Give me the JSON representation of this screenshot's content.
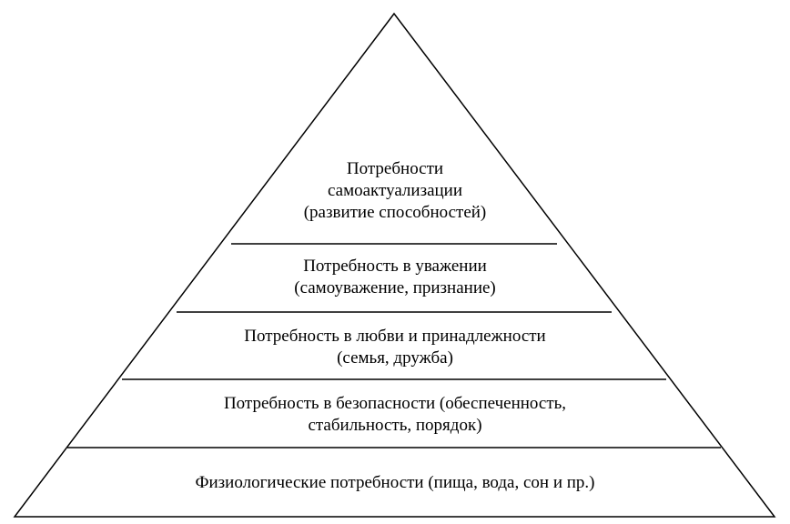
{
  "pyramid": {
    "levels": [
      {
        "id": "self-actualization",
        "lines": [
          "Потребности",
          "самоактуализации",
          "(развитие способностей)"
        ]
      },
      {
        "id": "esteem",
        "lines": [
          "Потребность в уважении",
          "(самоуважение, признание)"
        ]
      },
      {
        "id": "love-belonging",
        "lines": [
          "Потребность в любви и принадлежности",
          "(семья, дружба)"
        ]
      },
      {
        "id": "safety",
        "lines": [
          "Потребность в безопасности (обеспеченность,",
          "стабильность, порядок)"
        ]
      },
      {
        "id": "physiological",
        "lines": [
          "Физиологические потребности (пища, вода, сон и пр.)"
        ]
      }
    ]
  }
}
